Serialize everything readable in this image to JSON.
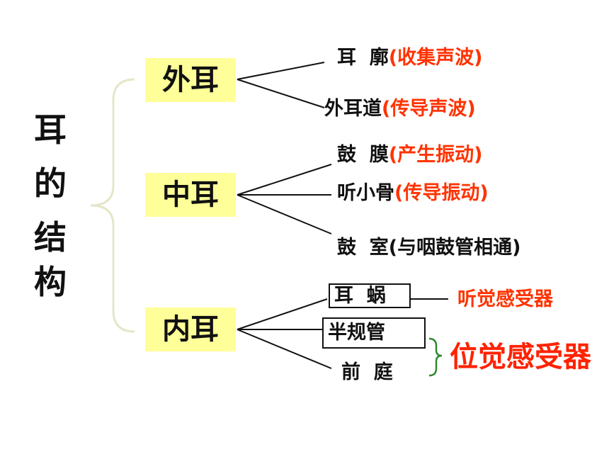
{
  "title_chars": [
    "耳",
    "的",
    "结",
    "构"
  ],
  "parts": {
    "outer": "外耳",
    "middle": "中耳",
    "inner": "内耳"
  },
  "outer_items": [
    {
      "name": "耳  廓",
      "function": "(收集声波)"
    },
    {
      "name": "外耳道",
      "function": "(传导声波)"
    }
  ],
  "middle_items": [
    {
      "name": "鼓  膜",
      "function": "(产生振动)"
    },
    {
      "name": "听小骨",
      "function": "(传导振动)"
    },
    {
      "name": "鼓  室(与咽鼓管相通)",
      "function": ""
    }
  ],
  "inner_items": [
    {
      "name": "耳  蜗",
      "function": "听觉感受器"
    },
    {
      "name": "半规管"
    },
    {
      "name": "前  庭"
    }
  ],
  "vestibular_function": "位觉感受器",
  "colors": {
    "highlight": "#ffff99",
    "function_text": "#ff3300",
    "brace_left": "#e6e6c8",
    "brace_right": "#2e8b2e"
  }
}
